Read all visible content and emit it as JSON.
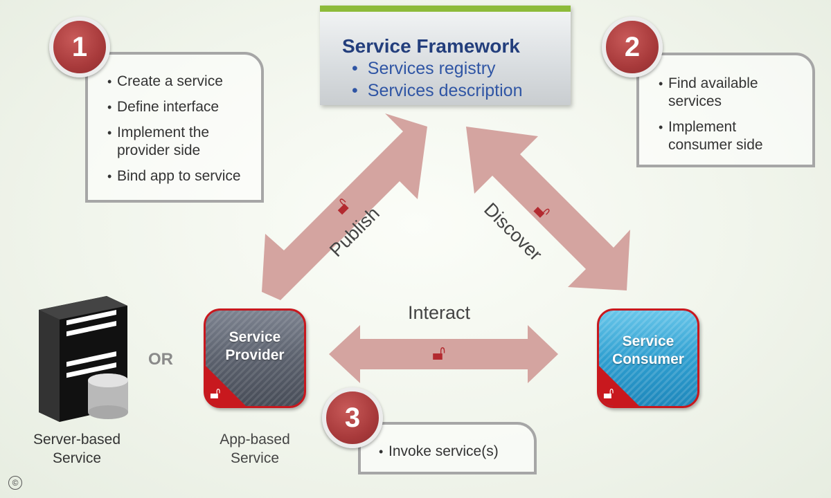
{
  "framework": {
    "title": "Service Framework",
    "items": [
      "Services registry",
      "Services description"
    ],
    "accent_color": "#8dbb3a"
  },
  "steps": [
    {
      "number": "1",
      "items": [
        "Create a service",
        "Define interface",
        "Implement the provider side",
        "Bind app to service"
      ]
    },
    {
      "number": "2",
      "items": [
        "Find available services",
        "Implement consumer side"
      ]
    },
    {
      "number": "3",
      "items": [
        "Invoke service(s)"
      ]
    }
  ],
  "arrows": {
    "publish": "Publish",
    "discover": "Discover",
    "interact": "Interact",
    "color": "#d4a4a0",
    "icon": "padlock-icon"
  },
  "provider": {
    "label_line1": "Service",
    "label_line2": "Provider",
    "caption_line1": "App-based",
    "caption_line2": "Service"
  },
  "consumer": {
    "label_line1": "Service",
    "label_line2": "Consumer"
  },
  "server": {
    "caption_line1": "Server-based",
    "caption_line2": "Service"
  },
  "or_label": "OR",
  "copyright": "©",
  "badge_color": "#a83a3b",
  "lock_color": "#b32a30"
}
